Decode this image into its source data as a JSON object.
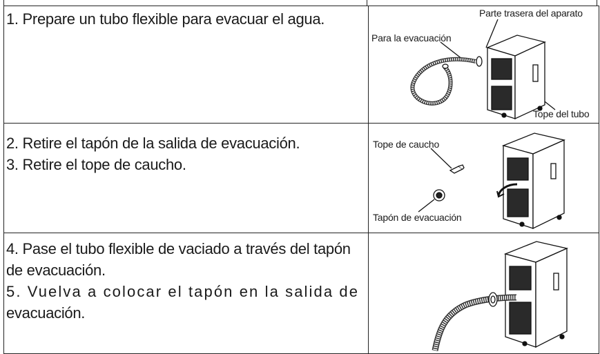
{
  "steps": [
    {
      "lines": [
        "1. Prepare un tubo flexible para evacuar el agua."
      ],
      "callouts": {
        "rear": "Parte trasera del aparato",
        "drain": "Para la evacuación",
        "stop": "Tope del tubo"
      }
    },
    {
      "lines": [
        "2. Retire el tapón de la salida de evacuación.",
        "3. Retire el tope de caucho."
      ],
      "callouts": {
        "rubber": "Tope de caucho",
        "plug": "Tapón de evacuación"
      }
    },
    {
      "lines": [
        "4.  Pase el tubo flexible de vaciado a través del tapón",
        "de evacuación.",
        "5. Vuelva a colocar el tapón en la salida de",
        "evacuación."
      ]
    }
  ]
}
